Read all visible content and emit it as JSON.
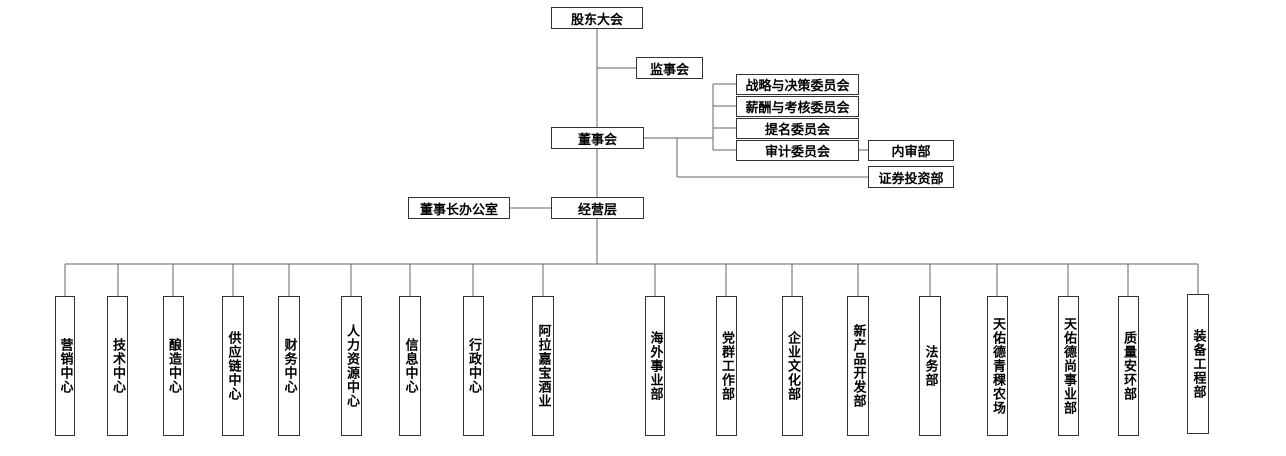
{
  "chart_data": {
    "type": "org-chart",
    "root": "股东大会",
    "supervisory": "监事会",
    "board": "董事会",
    "committees": [
      "战略与决策委员会",
      "薪酬与考核委员会",
      "提名委员会",
      "审计委员会"
    ],
    "audit_subordinate": "内审部",
    "board_direct": "证券投资部",
    "management": "经营层",
    "chairman_office": "董事长办公室",
    "departments": [
      "营销中心",
      "技术中心",
      "酿造中心",
      "供应链中心",
      "财务中心",
      "人力资源中心",
      "信息中心",
      "行政中心",
      "阿拉嘉宝酒业",
      "海外事业部",
      "党群工作部",
      "企业文化部",
      "新产品开发部",
      "法务部",
      "天佑德青稞农场",
      "天佑德尚事业部",
      "质量安环部",
      "装备工程部"
    ]
  },
  "colors": {
    "line": "#666666",
    "border": "#333333"
  }
}
